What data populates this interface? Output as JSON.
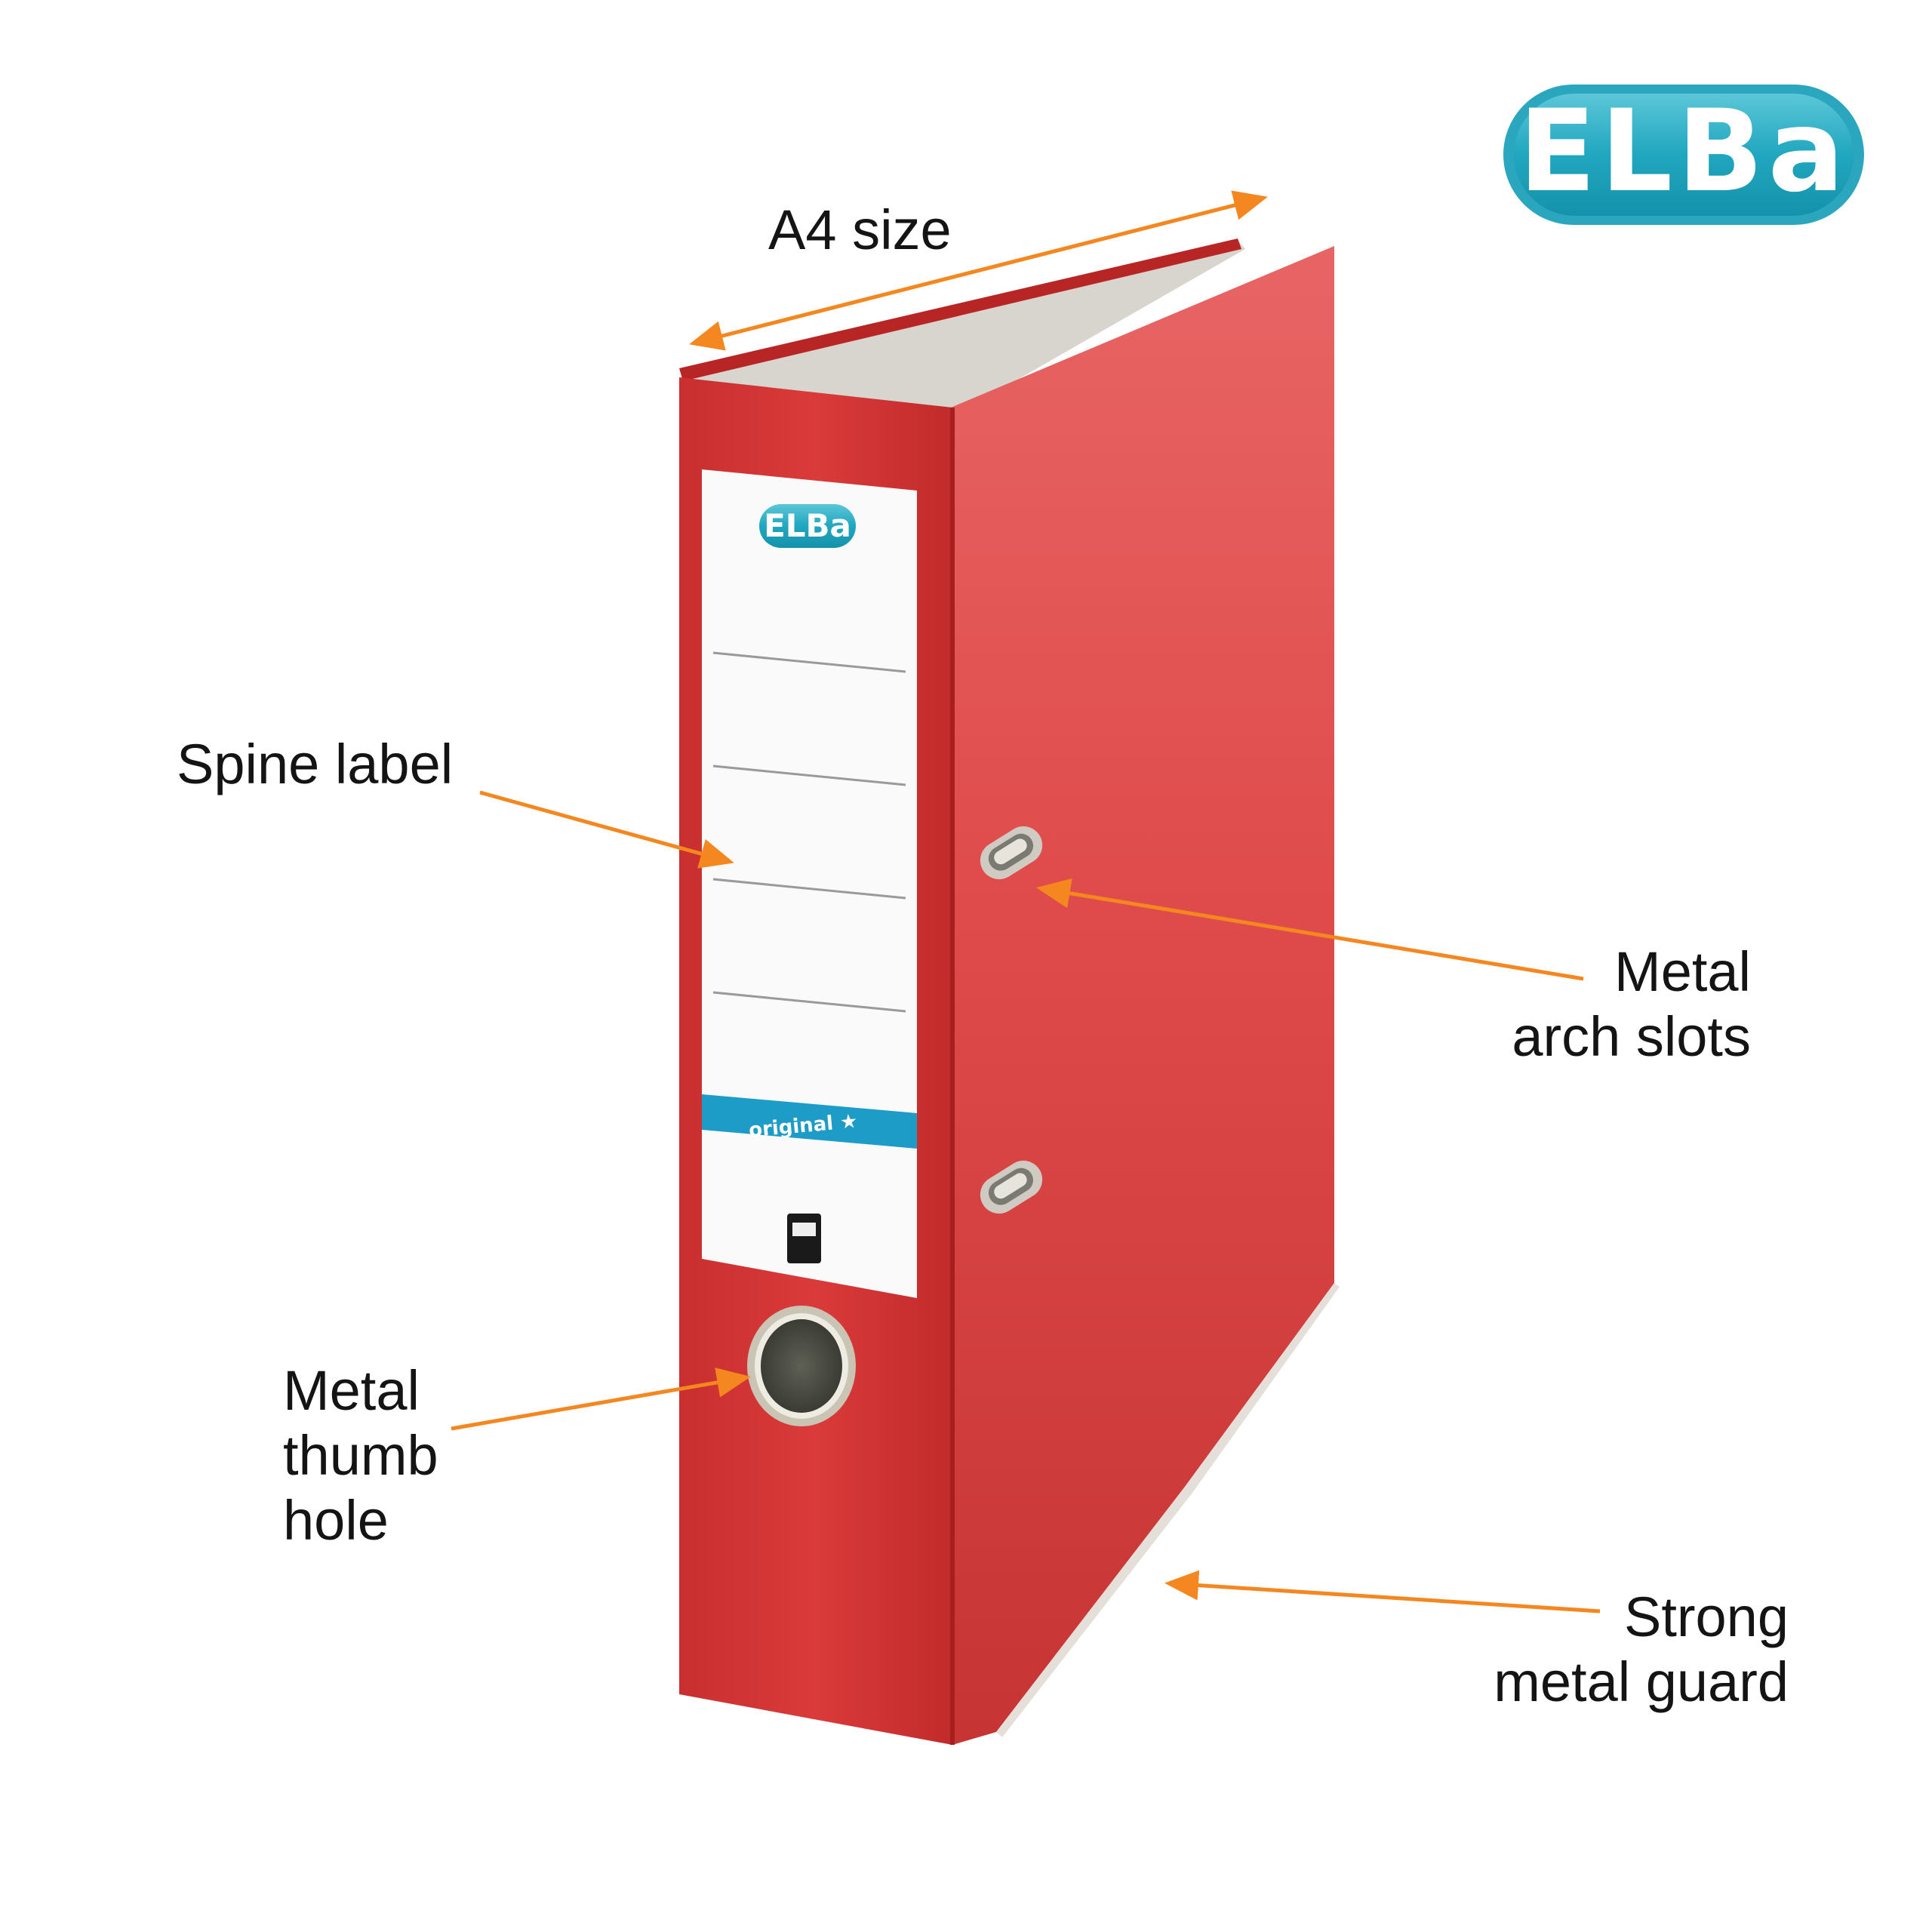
{
  "brand": {
    "logo_letters": "ELBa",
    "logo_colors": {
      "badge": "#20A7BF",
      "badge_light": "#5CC6D8",
      "letters": "#FFFFFF",
      "accent_letter": "#F39A4B"
    }
  },
  "labels": {
    "a4_size": "A4 size",
    "spine_label": "Spine label",
    "metal_arch_slots": [
      "Metal",
      "arch slots"
    ],
    "metal_thumb_hole": [
      "Metal",
      "thumb",
      "hole"
    ],
    "strong_metal_guard": [
      "Strong",
      "metal guard"
    ]
  },
  "spine": {
    "logo_letters": "ELBa",
    "band_text": "original ★"
  },
  "colors": {
    "binder_red": "#D93B3B",
    "binder_red_dark": "#B82626",
    "arrow_orange": "#F4871F",
    "label_band_blue": "#1D9CC8",
    "paper": "#D9D5CF"
  },
  "icons": [
    "elba-logo-icon",
    "arrow-icon",
    "thumb-hole-icon",
    "arch-slot-icon",
    "star-icon"
  ]
}
